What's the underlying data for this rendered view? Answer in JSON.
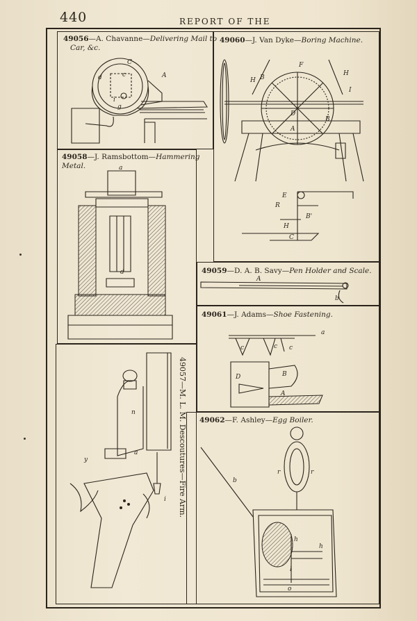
{
  "header": {
    "page_number": "440",
    "running_head": "REPORT OF THE"
  },
  "patents": [
    {
      "number": "49056",
      "separator": "—",
      "inventor": "A. Chavanne",
      "title_line1": "Delivering Mail to",
      "title_line2": "Car, &c."
    },
    {
      "number": "49060",
      "separator": "—",
      "inventor": "J. Van Dyke",
      "title_line1": "Boring Machine."
    },
    {
      "number": "49058",
      "separator": "—",
      "inventor": "J. Ramsbottom",
      "title_line1": "Hammering",
      "title_line2": "Metal."
    },
    {
      "number": "49059",
      "separator": "—",
      "inventor": "D. A. B. Savy",
      "title_line1": "Pen Holder and Scale."
    },
    {
      "number": "49061",
      "separator": "—",
      "inventor": "J. Adams",
      "title_line1": "Shoe Fastening."
    },
    {
      "number": "49057",
      "separator": "—",
      "inventor": "M. L. M. Descoutures",
      "title_line1": "Fire Arm."
    },
    {
      "number": "49062",
      "separator": "—",
      "inventor": "F. Ashley",
      "title_line1": "Egg Boiler."
    }
  ],
  "figure_labels": {
    "chavanne": [
      "C",
      "d",
      "c",
      "A",
      "i",
      "g"
    ],
    "vandyke": [
      "F",
      "H",
      "B",
      "H",
      "I",
      "D",
      "A",
      "B",
      "E",
      "R",
      "B'",
      "H",
      "C"
    ],
    "ramsbottom": [
      "a",
      "d"
    ],
    "savy": [
      "A",
      "b"
    ],
    "adams": [
      "a",
      "c",
      "c",
      "c",
      "D",
      "B",
      "A"
    ],
    "descoutures": [
      "n",
      "a",
      "y",
      "i"
    ],
    "ashley": [
      "b",
      "r",
      "r",
      "h",
      "h",
      "l",
      "o"
    ]
  }
}
